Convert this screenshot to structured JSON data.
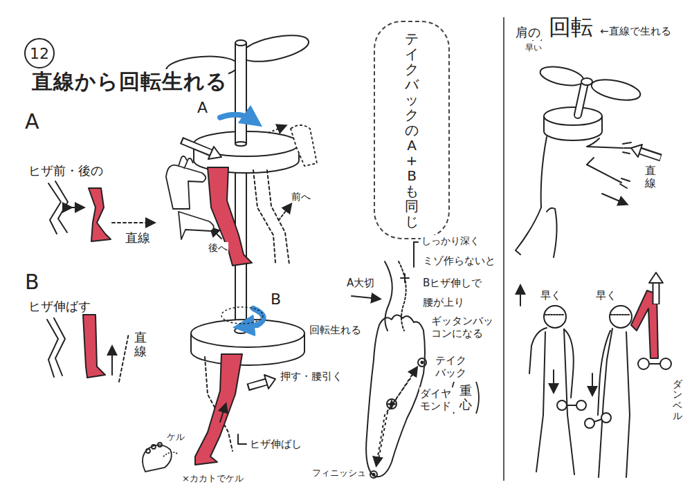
{
  "diagram": {
    "title": "直線から回転生れる",
    "nodes": [
      {
        "text": [
          "12"
        ]
      },
      {
        "text": [
          "テイクバックのA+Bも同じ"
        ]
      }
    ],
    "labels": [
      "A",
      "ヒザ前・後の",
      "直線",
      "B",
      "ヒザ伸ばす",
      "直線",
      "A",
      "前へ",
      "後へ",
      "B",
      "回転生れる",
      "押す・腰引く",
      "ヒザ伸ばし",
      "ケル",
      "×カカトでケル",
      "しっかり深く",
      "ミゾ作らないと",
      "A大切",
      "Bヒザ伸しで",
      "腰が上り",
      "ギッタンバッコンになる",
      "テイクバック",
      "ダイヤモンド",
      "重心",
      "フィニッシュ",
      "肩の",
      "早い",
      "回転",
      "←直線で生れる",
      "直線",
      "早く",
      "早く",
      "ダンベル"
    ]
  }
}
